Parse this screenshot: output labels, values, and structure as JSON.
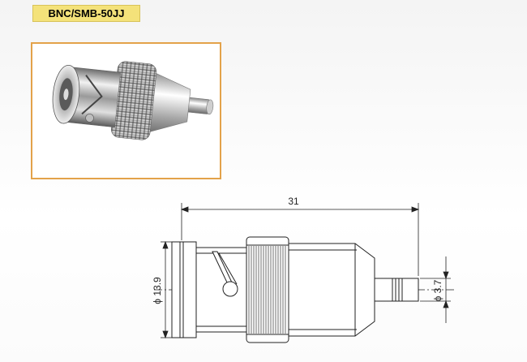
{
  "product": {
    "title": "BNC/SMB-50JJ"
  },
  "drawing": {
    "length_label": "31",
    "diameter_large_label": "ϕ 13.9",
    "diameter_small_label": "ϕ 3.7"
  },
  "colors": {
    "badge_bg": "#f4e27a",
    "frame_border": "#e3a24a",
    "line": "#222222"
  }
}
